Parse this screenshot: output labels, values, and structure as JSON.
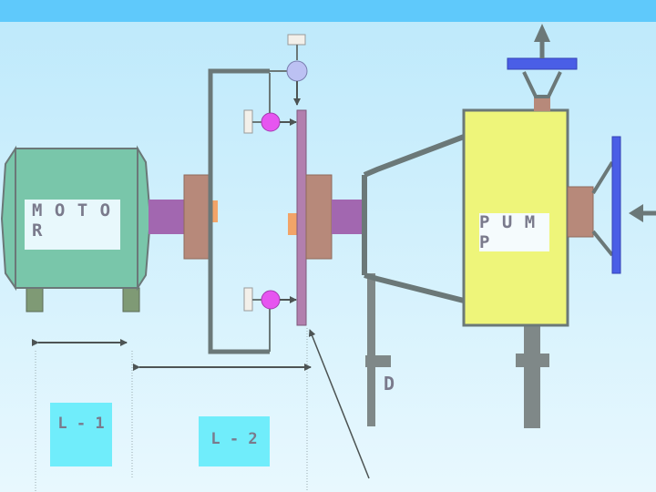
{
  "labels": {
    "motor": "M O T O R",
    "pump": "P U M P",
    "l1": "L - 1",
    "l2": "L - 2",
    "d": "D"
  },
  "colors": {
    "top_bar": "#5fc9fb",
    "background_top": "#bde9fb",
    "background_bottom": "#e8f8fe",
    "motor_body": "#79c6aa",
    "shaft": "#a267b0",
    "coupling": "#b7897a",
    "disc": "#b27fae",
    "pump_body": "#eef57a",
    "outline": "#6b7878",
    "label_box": "#70edfb",
    "blue_plate": "#4a5ee6",
    "magenta_sensor": "#e655f0",
    "lavender_sensor": "#bcc1f3",
    "orange_tab": "#f2a468"
  },
  "icons": [
    "up-arrow-icon",
    "left-arrow-icon",
    "dimension-arrow-icon"
  ]
}
